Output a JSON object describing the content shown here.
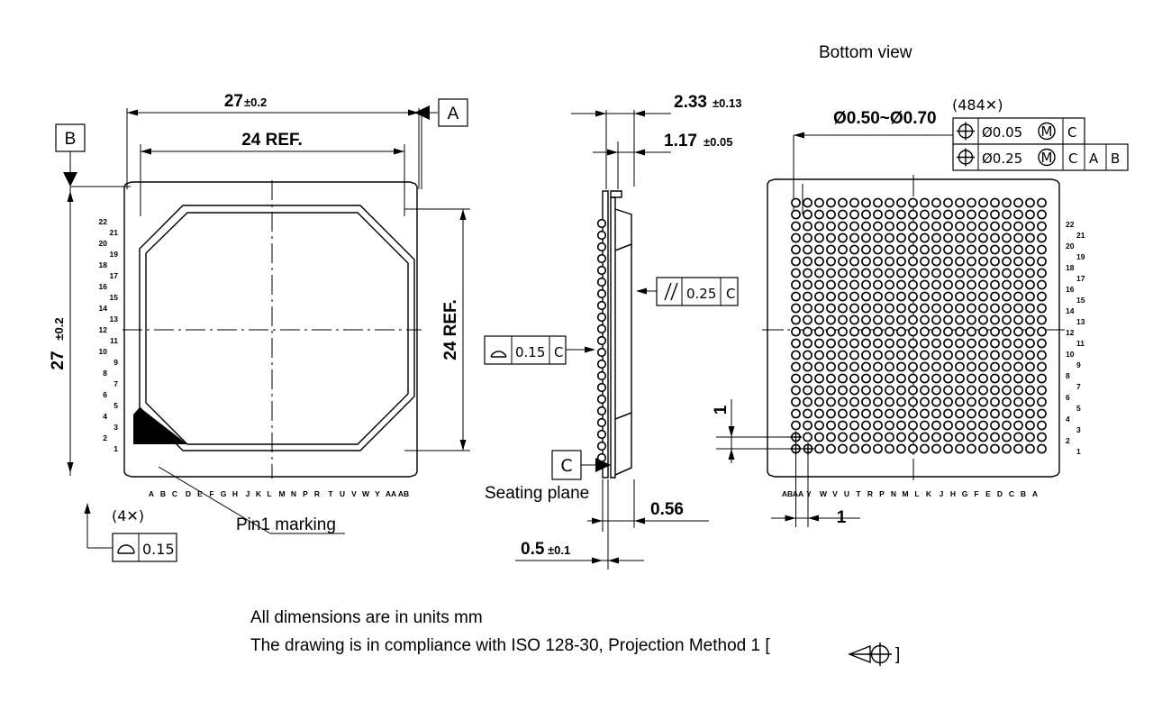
{
  "drawing": {
    "title_bottom_view": "Bottom view",
    "notes": [
      "All dimensions are in units mm",
      "The drawing is in compliance with ISO 128-30, Projection Method 1 ["
    ],
    "notes_suffix": "]"
  },
  "top_view": {
    "dim_width": "27",
    "dim_width_tol": "±0.2",
    "dim_height": "27",
    "dim_height_tol": "±0.2",
    "dim_inner_width": "24 REF.",
    "dim_inner_height": "24 REF.",
    "datum_a": "A",
    "datum_b": "B",
    "pin1_label": "Pin1 marking",
    "corner_qty": "(4✕)",
    "corner_fcf_symbol": "profile-of-surface-icon",
    "corner_fcf_value": "0.15",
    "row_numbers": [
      "22",
      "21",
      "20",
      "19",
      "18",
      "17",
      "16",
      "15",
      "14",
      "13",
      "12",
      "11",
      "10",
      "9",
      "8",
      "7",
      "6",
      "5",
      "4",
      "3",
      "2",
      "1"
    ],
    "column_letters": [
      "A",
      "B",
      "C",
      "D",
      "E",
      "F",
      "G",
      "H",
      "J",
      "K",
      "L",
      "M",
      "N",
      "P",
      "R",
      "T",
      "U",
      "V",
      "W",
      "Y",
      "AA",
      "AB"
    ]
  },
  "side_view": {
    "dim_total_height": "2.33",
    "dim_total_height_tol": "±0.13",
    "dim_body_height": "1.17",
    "dim_body_height_tol": "±0.05",
    "fcf_parallel_symbol": "parallelism-icon",
    "fcf_parallel_value": "0.25",
    "fcf_parallel_datum": "C",
    "fcf_profile_symbol": "profile-of-surface-icon",
    "fcf_profile_value": "0.15",
    "fcf_profile_datum": "C",
    "datum_c": "C",
    "seating_plane_label": "Seating plane",
    "dim_ball_height": "0.56",
    "dim_substrate": "0.5",
    "dim_substrate_tol": "±0.1"
  },
  "bottom_view": {
    "ball_diameter": "Ø0.50~Ø0.70",
    "ball_qty": "(484✕)",
    "fcf_rows": [
      {
        "symbol": "position-icon",
        "value": "Ø0.05",
        "modifier": "M",
        "datums": [
          "C"
        ]
      },
      {
        "symbol": "position-icon",
        "value": "Ø0.25",
        "modifier": "M",
        "datums": [
          "C",
          "A",
          "B"
        ]
      }
    ],
    "pitch_vertical": "1",
    "pitch_horizontal": "1",
    "row_numbers": [
      "22",
      "21",
      "20",
      "19",
      "18",
      "17",
      "16",
      "15",
      "14",
      "13",
      "12",
      "11",
      "10",
      "9",
      "8",
      "7",
      "6",
      "5",
      "4",
      "3",
      "2",
      "1"
    ],
    "column_letters": [
      "AB",
      "AA",
      "Y",
      "W",
      "V",
      "U",
      "T",
      "R",
      "P",
      "N",
      "M",
      "L",
      "K",
      "J",
      "H",
      "G",
      "F",
      "E",
      "D",
      "C",
      "B",
      "A"
    ],
    "grid_rows": 22,
    "grid_cols": 22
  }
}
